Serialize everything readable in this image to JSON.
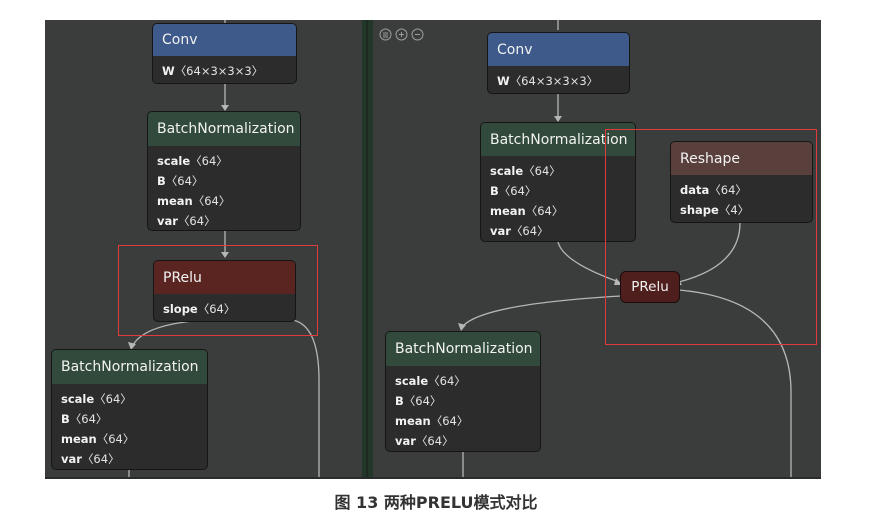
{
  "left_graph": {
    "conv": {
      "title": "Conv",
      "attrs": [
        {
          "name": "W",
          "shape": "〈64×3×3×3〉"
        }
      ]
    },
    "bn1": {
      "title": "BatchNormalization",
      "attrs": [
        {
          "name": "scale",
          "shape": "〈64〉"
        },
        {
          "name": "B",
          "shape": "〈64〉"
        },
        {
          "name": "mean",
          "shape": "〈64〉"
        },
        {
          "name": "var",
          "shape": "〈64〉"
        }
      ]
    },
    "prelu": {
      "title": "PRelu",
      "attrs": [
        {
          "name": "slope",
          "shape": "〈64〉"
        }
      ]
    },
    "bn2": {
      "title": "BatchNormalization",
      "attrs": [
        {
          "name": "scale",
          "shape": "〈64〉"
        },
        {
          "name": "B",
          "shape": "〈64〉"
        },
        {
          "name": "mean",
          "shape": "〈64〉"
        },
        {
          "name": "var",
          "shape": "〈64〉"
        }
      ]
    }
  },
  "right_graph": {
    "conv": {
      "title": "Conv",
      "attrs": [
        {
          "name": "W",
          "shape": "〈64×3×3×3〉"
        }
      ]
    },
    "bn1": {
      "title": "BatchNormalization",
      "attrs": [
        {
          "name": "scale",
          "shape": "〈64〉"
        },
        {
          "name": "B",
          "shape": "〈64〉"
        },
        {
          "name": "mean",
          "shape": "〈64〉"
        },
        {
          "name": "var",
          "shape": "〈64〉"
        }
      ]
    },
    "reshape": {
      "title": "Reshape",
      "attrs": [
        {
          "name": "data",
          "shape": "〈64〉"
        },
        {
          "name": "shape",
          "shape": "〈4〉"
        }
      ]
    },
    "prelu": {
      "title": "PRelu"
    },
    "bn2": {
      "title": "BatchNormalization",
      "attrs": [
        {
          "name": "scale",
          "shape": "〈64〉"
        },
        {
          "name": "B",
          "shape": "〈64〉"
        },
        {
          "name": "mean",
          "shape": "〈64〉"
        },
        {
          "name": "var",
          "shape": "〈64〉"
        }
      ]
    }
  },
  "toolbar": {
    "icons": [
      "sidebar-toggle-icon",
      "zoom-in-icon",
      "zoom-out-icon"
    ]
  },
  "colors": {
    "canvas": "#3b3d3d",
    "conv_header": "#3d5a8a",
    "bn_header": "#324a3b",
    "prelu_header": "#5a2521",
    "reshape_header": "#5a403c",
    "highlight": "#e23b3b",
    "edge": "#b6b6b6"
  },
  "caption": "图 13 两种PRELU模式对比"
}
